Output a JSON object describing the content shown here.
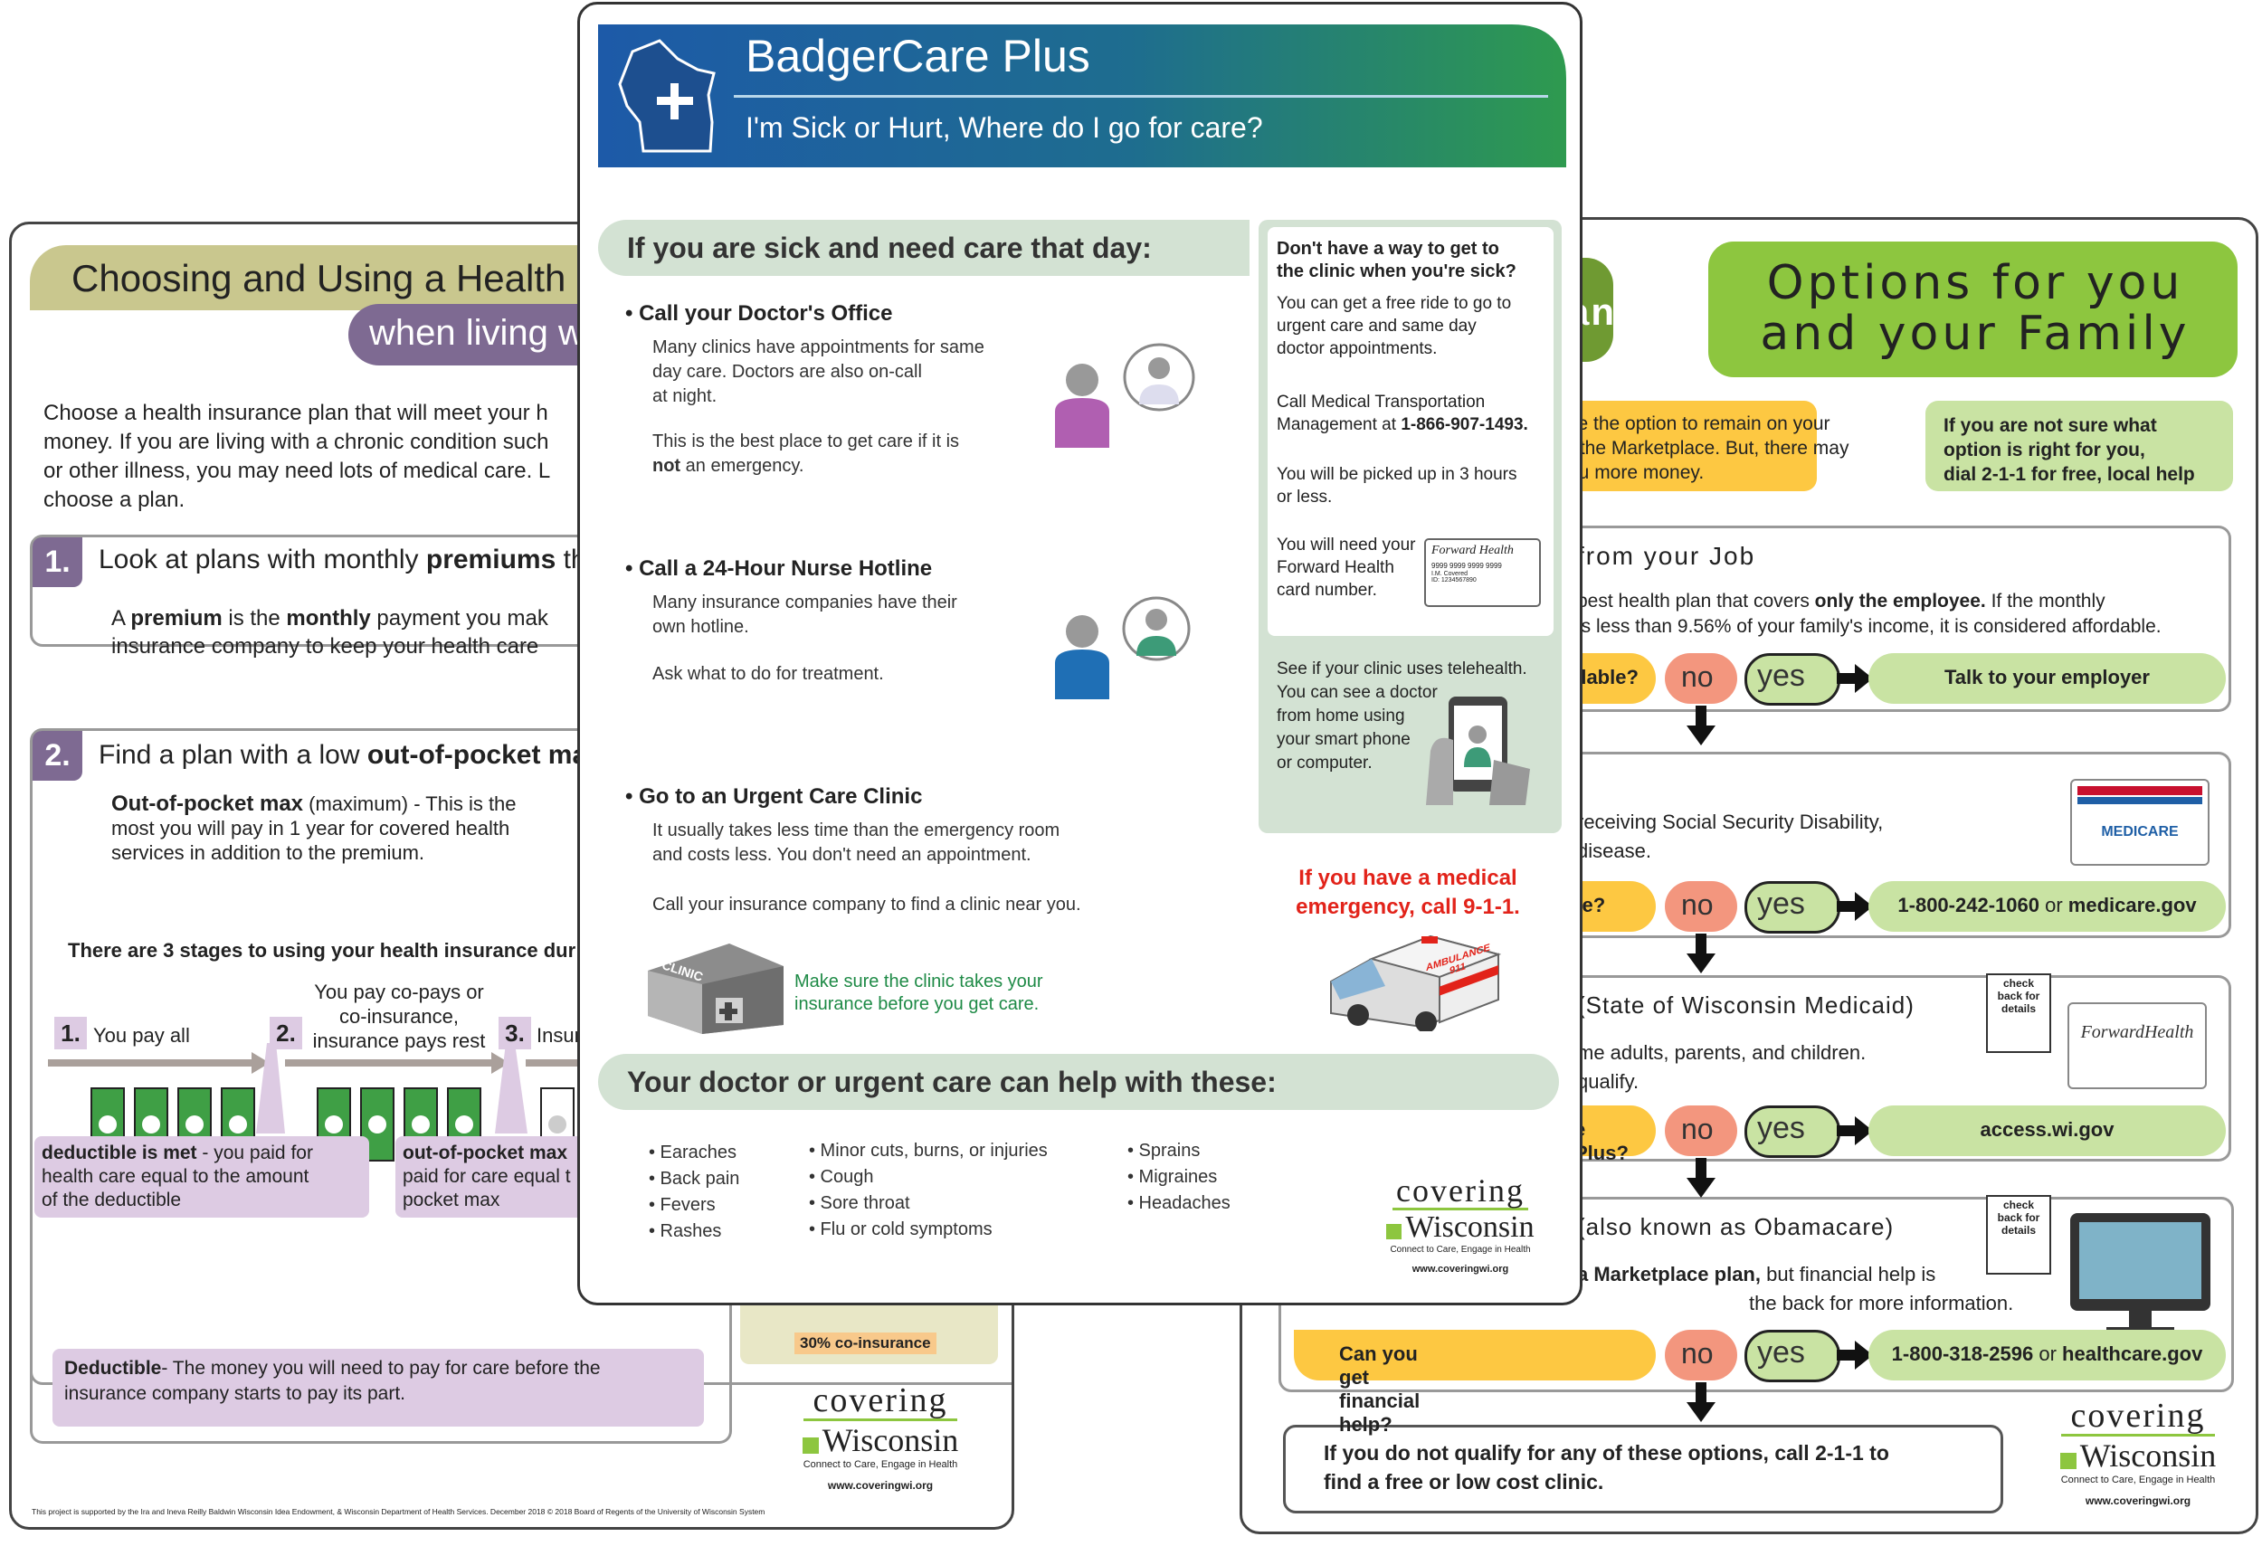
{
  "left": {
    "title": "Choosing and Using a Health In",
    "subtitle": "when living w",
    "intro": "Choose a health insurance plan that will meet your h\nmoney. If you are living with a chronic condition such\nor other illness, you may need lots of medical care. L\nchoose a plan.",
    "step1": {
      "num": "1.",
      "pre": "Look at plans with monthly ",
      "bold": "premiums",
      "post": " th"
    },
    "premium_def": {
      "a": "A ",
      "b1": "premium",
      "c": " is the ",
      "b2": "monthly",
      "d": " payment you mak",
      "line2": "insurance company to keep your health care"
    },
    "step2": {
      "num": "2.",
      "pre": "Find a plan with a low ",
      "bold": "out-of-pocket ma"
    },
    "oop_def": {
      "bold": "Out-of-pocket max",
      "rest": " (maximum) - This is the\nmost you will pay in 1 year for covered health\nservices in addition to the premium."
    },
    "stages_heading": "There are 3 stages to using your health insurance dur",
    "stage1": {
      "num": "1.",
      "label": "You pay all"
    },
    "stage2": {
      "num": "2.",
      "label": "You pay co-pays or\nco-insurance,\ninsurance pays rest"
    },
    "stage3": {
      "num": "3.",
      "label": "Insur"
    },
    "deductible_met": {
      "bold": "deductible is met",
      "rest": " - you paid for\nhealth care equal to the amount\nof the deductible"
    },
    "oop_met": {
      "bold": "out-of-pocket max",
      "rest": "\npaid for care equal t\npocket max"
    },
    "deductible_def": {
      "bold": "Deductible",
      "rest": "- The money you will need to pay for care before the\ninsurance company starts to pay its part."
    },
    "coins_label": "30% co-insurance",
    "footer": "This project is supported by the Ira and Ineva Reilly Baldwin Wisconsin Idea Endowment, & Wisconsin Department of Health Services.     December 2018 © 2018 Board of Regents of the University of Wisconsin System"
  },
  "right": {
    "tab_fragment": "ance",
    "title": "Options for you\nand your Family",
    "yellow_note": "ve the option to remain on your\nr the Marketplace. But, there may\nou more money.",
    "green_note": "If you are not sure what\noption is right for you,\ndial 2-1-1 for free, local help",
    "job": {
      "heading": "from your Job",
      "pre": "pest health plan that covers ",
      "bold": "only the employee.",
      "post": " If the monthly",
      "line2": "is less than 9.56% of your family's income, it is considered affordable."
    },
    "q_labels": [
      "dable?",
      "re?",
      "e Plus?",
      "Can you get financial help?"
    ],
    "no_label": "no",
    "yes_label": "yes",
    "answers": [
      {
        "bold": "Talk to your employer",
        "rest": ""
      },
      {
        "bold": "1-800-242-1060",
        "rest": " or ",
        "bold2": "medicare.gov"
      },
      {
        "bold": "access.wi.gov",
        "rest": ""
      },
      {
        "bold": "1-800-318-2596",
        "rest": " or ",
        "bold2": "healthcare.gov"
      }
    ],
    "medicare_text": "receiving Social Security Disability,\ndisease.",
    "medicare_card": "MEDICARE",
    "medicaid_heading": "(State of Wisconsin Medicaid)",
    "medicaid_text": "me adults, parents, and children.\nqualify.",
    "check_back": "check\nback for\ndetails",
    "fh_card": "ForwardHealth",
    "obamacare_heading": "(also known as Obamacare)",
    "marketplace": {
      "bold": "a Marketplace plan,",
      "rest": " but financial help is",
      "line2": "the back for more information."
    },
    "final": {
      "pre": "If you do not qualify for any of these options, call 2-1-1 to\nfind a free or low cost clinic."
    }
  },
  "center": {
    "title": "BadgerCare Plus",
    "subtitle": "I'm Sick or Hurt, Where do I go for care?",
    "section1": "If you are sick and need care that day:",
    "items": [
      {
        "heading": "• Call your Doctor's Office",
        "text": "Many clinics have appointments for same\nday care. Doctors are also on-call\nat night.",
        "text2_pre": "This is the best place to get care if it is\n",
        "text2_bold": "not",
        "text2_post": " an emergency."
      },
      {
        "heading": "• Call a 24-Hour Nurse Hotline",
        "text": "Many insurance companies have their\nown hotline.",
        "text2_pre": "Ask what to do for treatment.",
        "text2_bold": "",
        "text2_post": ""
      },
      {
        "heading": "• Go to an Urgent Care Clinic",
        "text": "It usually takes less time than the emergency room\nand costs less. You don't need an appointment.",
        "text2_pre": "Call your insurance company to find a clinic near you.",
        "text2_bold": "",
        "text2_post": ""
      }
    ],
    "clinic_sign": "CLINIC",
    "clinic_note": "Make sure the clinic takes your\ninsurance before you get care.",
    "sidebar": {
      "q": "Don't have a way to get to\nthe clinic when you're sick?",
      "p1": "You can get a free ride to go to\nurgent care and same day\ndoctor appointments.",
      "p2_pre": "Call Medical Transportation\nManagement at ",
      "p2_bold": "1-866-907-1493.",
      "p3": "You will be picked up in 3 hours\nor less.",
      "p4": "You will need your\nForward Health\ncard number.",
      "card": "Forward Health",
      "card_line1": "9999 9999 9999 9999",
      "card_line2": "I.M. Covered",
      "card_line3": "ID: 1234567890",
      "tele": "See if your clinic uses telehealth.\nYou can see a doctor\nfrom home using\nyour smart phone\nor computer."
    },
    "emergency": "If you have a medical\nemergency, call 9-1-1.",
    "ambulance_label": "AMBULANCE\n911",
    "section2": "Your doctor or urgent care can help with these:",
    "col1": "• Earaches\n• Back pain\n• Fevers\n• Rashes",
    "col2": "• Minor cuts, burns, or injuries\n• Cough\n• Sore throat\n• Flu or cold symptoms",
    "col3": "• Sprains\n• Migraines\n• Headaches"
  },
  "logo": {
    "covering": "covering",
    "wisconsin": "Wisconsin",
    "tagline": "Connect to Care, Engage in Health",
    "url": "www.coveringwi.org"
  },
  "colors": {
    "purple": "#7e6a92",
    "olive": "#c9c78e",
    "lavender": "#ddcbe3",
    "green": "#8dc63f",
    "darkgreen": "#5e8d2f",
    "lightgreen": "#c9e3a3",
    "yellow": "#fdc842",
    "salmon": "#f3967e",
    "blue": "#1f5fa6",
    "teal": "#2c8b6f",
    "sage": "#d3e2d3",
    "red": "#e2231a"
  }
}
